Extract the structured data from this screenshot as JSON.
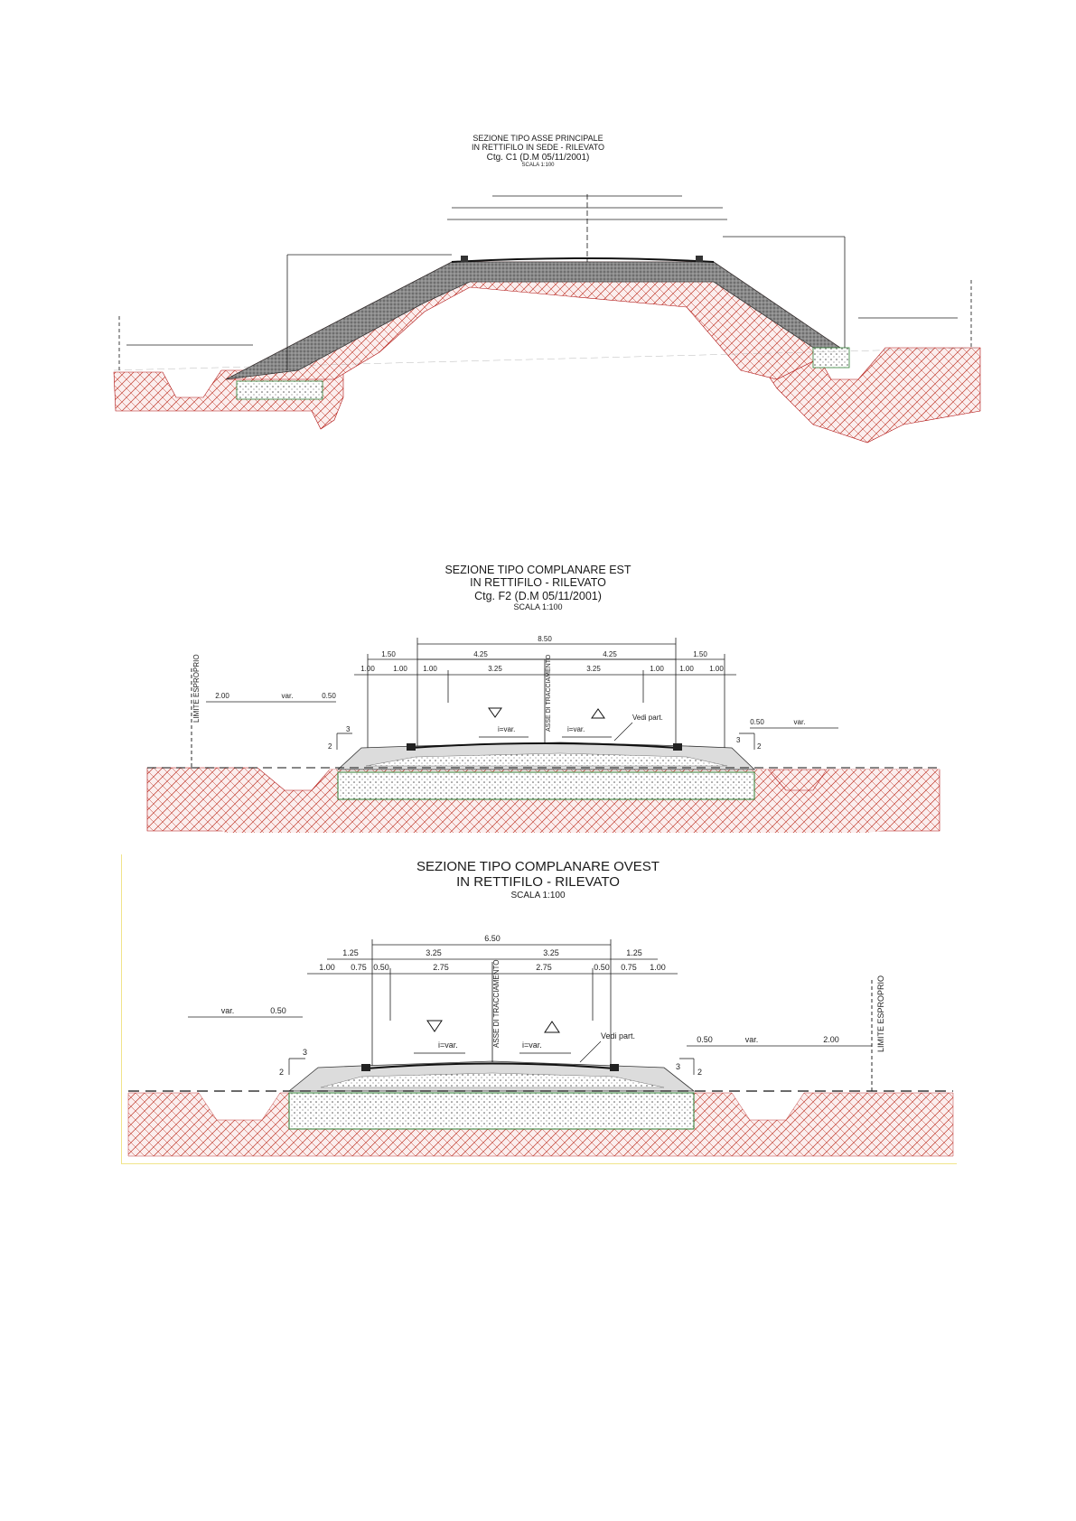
{
  "section1": {
    "title": "SEZIONE TIPO ASSE PRINCIPALE",
    "subtitle1": "IN RETTIFILO IN SEDE - RILEVATO",
    "subtitle2": "Ctg. C1 (D.M 05/11/2001)",
    "scale": "SCALA 1:100"
  },
  "section2": {
    "title": "SEZIONE TIPO COMPLANARE EST",
    "subtitle1": "IN RETTIFILO - RILEVATO",
    "subtitle2": "Ctg. F2 (D.M 05/11/2001)",
    "scale": "SCALA 1:100",
    "dims": {
      "total": "8.50",
      "half_left": "4.25",
      "half_right": "4.25",
      "shoulder_left": "1.50",
      "shoulder_right": "1.50",
      "row": [
        "1.00",
        "1.00",
        "1.00",
        "3.25",
        "3.25",
        "1.00",
        "1.00",
        "1.00"
      ],
      "left_a": "2.00",
      "left_b": "var.",
      "left_c": "0.50",
      "right_a": "0.50",
      "right_b": "var."
    },
    "limit_label": "LIMITE ESPROPRIO",
    "axis_label": "ASSE DI TRACCIAMENTO",
    "slope_left": "i=var.",
    "slope_right": "i=var.",
    "detail_note": "Vedi part.",
    "slope_h": "3",
    "slope_v": "2"
  },
  "section3": {
    "title": "SEZIONE TIPO COMPLANARE OVEST",
    "subtitle1": "IN RETTIFILO - RILEVATO",
    "scale": "SCALA 1:100",
    "dims": {
      "total": "6.50",
      "half_left": "3.25",
      "half_right": "3.25",
      "shoulder_left": "1.25",
      "shoulder_right": "1.25",
      "row": [
        "1.00",
        "0.75",
        "0.50",
        "2.75",
        "2.75",
        "0.50",
        "0.75",
        "1.00"
      ],
      "left_a": "var.",
      "left_b": "0.50",
      "right_a": "0.50",
      "right_b": "var.",
      "right_c": "2.00"
    },
    "limit_label": "LIMITE ESPROPRIO",
    "axis_label": "ASSE DI TRACCIAMENTO",
    "slope_left": "i=var.",
    "slope_right": "i=var.",
    "detail_note": "Vedi part.",
    "slope_h": "3",
    "slope_v": "2"
  },
  "colors": {
    "hatch": "#c0392b",
    "fill_layer": "#2e7d32",
    "frame": "#f1e48a"
  }
}
